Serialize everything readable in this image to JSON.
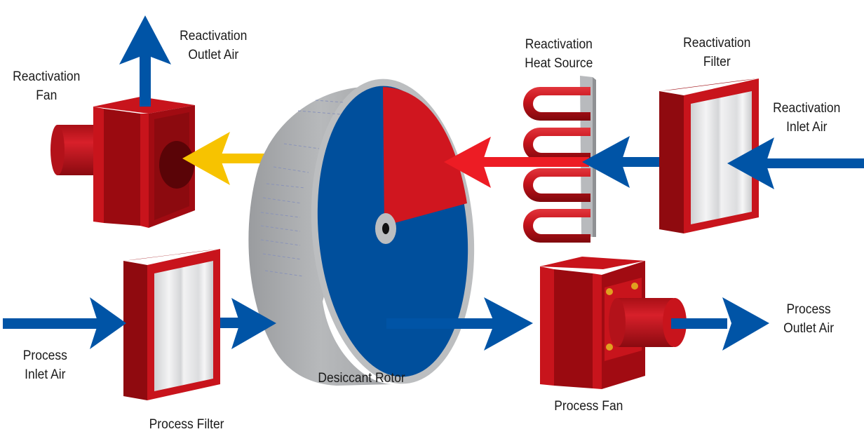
{
  "title": "Desiccant Dehumidifier Airflow Diagram",
  "colors": {
    "process_air": "#0054a6",
    "reactivation_inlet": "#0054a6",
    "heated_air": "#ed1c24",
    "wet_reactivation_air": "#f7c300",
    "equipment_red": "#c8141c",
    "equipment_dark_red": "#8f0a0f",
    "rotor_grey": "#a6a8ab",
    "rotor_process_sector": "#004f9c",
    "rotor_reactivation_sector": "#d0161f",
    "filter_media": "#e6e7e8"
  },
  "labels": {
    "reactivation_outlet_air": [
      "Reactivation",
      "Outlet Air"
    ],
    "reactivation_fan": [
      "Reactivation",
      "Fan"
    ],
    "reactivation_heat_source": [
      "Reactivation",
      "Heat Source"
    ],
    "reactivation_filter": [
      "Reactivation",
      "Filter"
    ],
    "reactivation_inlet_air": [
      "Reactivation",
      "Inlet Air"
    ],
    "process_inlet_air": [
      "Process",
      "Inlet Air"
    ],
    "process_filter": [
      "Process Filter"
    ],
    "desiccant_rotor": [
      "Desiccant Rotor"
    ],
    "process_fan": [
      "Process Fan"
    ],
    "process_outlet_air": [
      "Process",
      "Outlet Air"
    ]
  },
  "components": [
    {
      "id": "reactivation-fan",
      "name": "Reactivation Fan"
    },
    {
      "id": "desiccant-rotor",
      "name": "Desiccant Rotor"
    },
    {
      "id": "reactivation-heat-source",
      "name": "Reactivation Heat Source"
    },
    {
      "id": "reactivation-filter",
      "name": "Reactivation Filter"
    },
    {
      "id": "process-filter",
      "name": "Process Filter"
    },
    {
      "id": "process-fan",
      "name": "Process Fan"
    }
  ],
  "flows": [
    {
      "id": "reactivation-inlet-air",
      "from": "outside",
      "to": "reactivation-filter",
      "color_key": "reactivation_inlet"
    },
    {
      "id": "filtered-reactivation-air",
      "from": "reactivation-filter",
      "to": "reactivation-heat-source",
      "color_key": "reactivation_inlet"
    },
    {
      "id": "heated-reactivation-air",
      "from": "reactivation-heat-source",
      "to": "desiccant-rotor",
      "color_key": "heated_air"
    },
    {
      "id": "wet-reactivation-air",
      "from": "desiccant-rotor",
      "to": "reactivation-fan",
      "color_key": "wet_reactivation_air"
    },
    {
      "id": "reactivation-outlet-air",
      "from": "reactivation-fan",
      "to": "outside",
      "color_key": "process_air"
    },
    {
      "id": "process-inlet-air",
      "from": "outside",
      "to": "process-filter",
      "color_key": "process_air"
    },
    {
      "id": "filtered-process-air",
      "from": "process-filter",
      "to": "desiccant-rotor",
      "color_key": "process_air"
    },
    {
      "id": "dried-process-air",
      "from": "desiccant-rotor",
      "to": "process-fan",
      "color_key": "process_air"
    },
    {
      "id": "process-outlet-air",
      "from": "process-fan",
      "to": "outside",
      "color_key": "process_air"
    }
  ]
}
